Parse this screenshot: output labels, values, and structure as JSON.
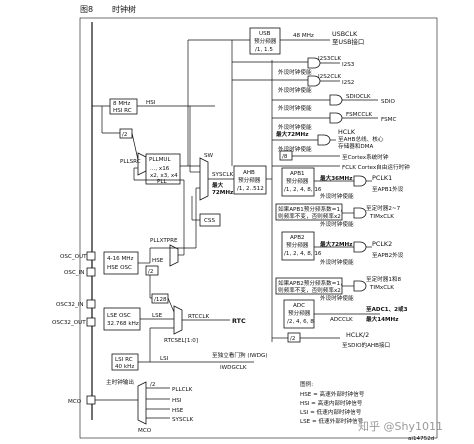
{
  "figure": {
    "label": "图8",
    "title": "时钟树",
    "image_id": "ai14752d"
  },
  "sources": {
    "hsi_rc": [
      "8 MHz",
      "HSI RC"
    ],
    "hse_osc": [
      "4-16 MHz",
      "HSE OSC"
    ],
    "lse_osc": [
      "LSE OSC",
      "32.768 kHz"
    ],
    "lsi_rc": [
      "LSI RC",
      "40 kHz"
    ],
    "osc_out": "OSC_OUT",
    "osc_in": "OSC_IN",
    "osc32_in": "OSC32_IN",
    "osc32_out": "OSC32_OUT",
    "mco": "MCO"
  },
  "blocks": {
    "usb": [
      "USB",
      "预分频器",
      "/1, 1.5"
    ],
    "pllsrc": "PLLSRC",
    "pllmul": "PLLMUL",
    "pll": [
      "..., x16",
      "x2, x3, x4",
      "PLL"
    ],
    "pllxtpre": "PLLXTPRE",
    "sw": "SW",
    "sysclk": "SYSCLK",
    "max72": [
      "最大",
      "72MHz"
    ],
    "ahb": [
      "AHB",
      "预分频器",
      "/1, 2..512"
    ],
    "css": "CSS",
    "apb1": [
      "APB1",
      "预分频器",
      "/1, 2, 4, 8, 16"
    ],
    "apb2": [
      "APB2",
      "预分频器",
      "/1, 2, 4, 8, 16"
    ],
    "adc": [
      "ADC",
      "预分频器",
      "/2, 4, 6, 8"
    ],
    "div2a": "/2",
    "div2b": "/2",
    "div2c": "/2",
    "div8": "/8",
    "div128": "/128",
    "rtcsel": "RTCSEL[1:0]",
    "rtcclk": "RTCCLK",
    "rtc": "RTC",
    "hsi_lbl": "HSI",
    "lse_lbl": "LSE",
    "lsi_lbl": "LSI",
    "hse_lbl": "HSE",
    "iwdg_note": "至独立看门狗 (IWDG)",
    "iwdgclk": "IWDGCLK",
    "mco_title": "主时钟输出",
    "mco_opts": [
      "PLLCLK",
      "HSI",
      "HSE",
      "SYSCLK"
    ],
    "mco_div": "/2"
  },
  "outputs": {
    "usb_clk": "48 MHz",
    "usbclk": "USBCLK",
    "usb_note": "至USB接口",
    "i2s3": "I2S3CLK",
    "i2s3_out": "I2S3",
    "i2s2": "I2S2CLK",
    "i2s2_out": "I2S2",
    "sdio": "SDIOCLK",
    "sdio_out": "SDIO",
    "fsmc": "FSMCCLK",
    "fsmc_out": "FSMC",
    "periph_en": "外设时钟使能",
    "hclk": "HCLK",
    "hclk_note": [
      "至AHB总线、核心",
      "存储器和DMA"
    ],
    "max72": "最大72MHz",
    "cortex": "至Cortex系统时钟",
    "fclk": "FCLK Cortex自由运行时钟",
    "max36": "最大36MHz",
    "pclk1": "PCLK1",
    "apb1_note": "至APB1外设",
    "tim1note": [
      "如果APB1预分频系数=1，",
      "则频率不变，否则频率x2"
    ],
    "tim27": [
      "至定时器2~7",
      "TIMxCLK"
    ],
    "pclk2": "PCLK2",
    "apb2_note": "至APB2外设",
    "tim2note": [
      "如果APB2预分频系数=1，",
      "则频率不变，否则频率x2"
    ],
    "tim18": [
      "至定时器1和8",
      "TIMxCLK"
    ],
    "adc_to": "至ADC1、2或3",
    "adcclk": "ADCCLK",
    "adc_max": "最大14MHz",
    "hclk2": "HCLK/2",
    "hclk2_note": "至SDIO的AHB接口"
  },
  "legend": {
    "title": "图例:",
    "items": [
      "HSE = 高速外部时钟信号",
      "HSI = 高速内部时钟信号",
      "LSI = 低速内部时钟信号",
      "LSE = 低速外部时钟信号"
    ]
  },
  "watermark": "知乎 @Shy1011"
}
